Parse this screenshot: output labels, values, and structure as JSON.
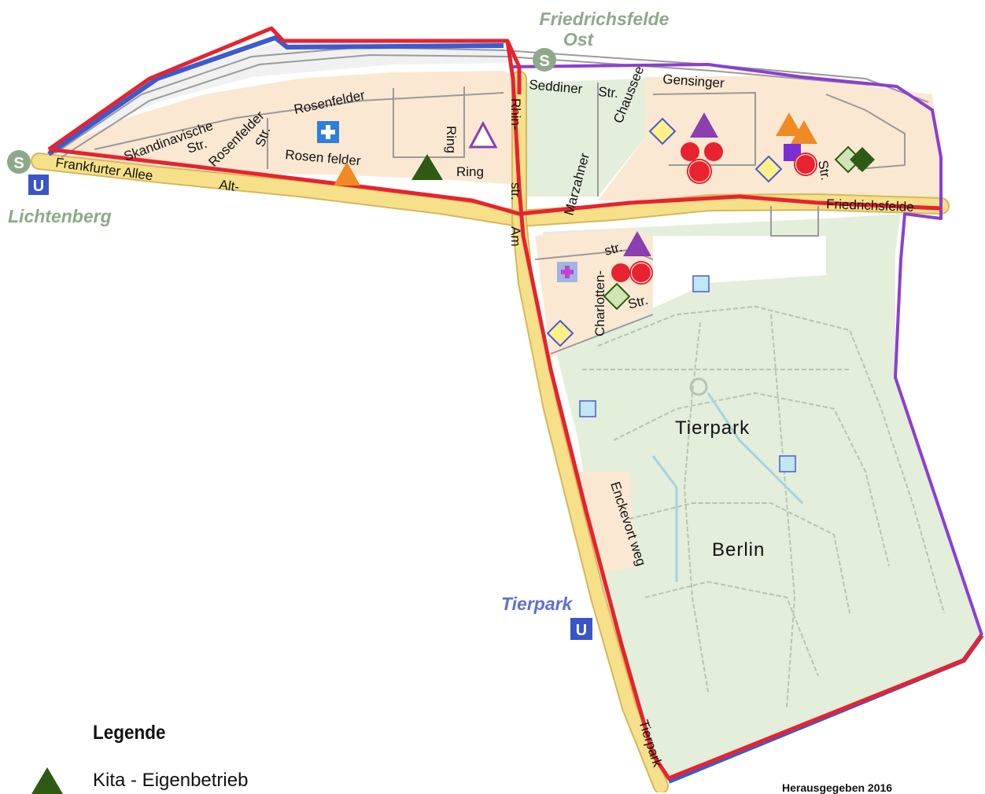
{
  "stations": {
    "friedrichsfelde_ost": [
      "Friedrichsfelde",
      "Ost"
    ],
    "lichtenberg": "Lichtenberg",
    "tierpark": "Tierpark",
    "s_symbol": "S",
    "u_symbol": "U"
  },
  "places": {
    "tierpark": "Tierpark",
    "berlin": "Berlin"
  },
  "streets": {
    "rosenfelder_1": "Rosenfelder",
    "skandinavische": "Skandinavische",
    "str_1": "Str.",
    "rosenfelder_2": "Rosenfelder",
    "str_2": "Str.",
    "rosen_felder": "Rosen felder",
    "ring_1": "Ring",
    "ring_2": "Ring",
    "frankfurter_allee": "Frankfurter Allee",
    "alt": "Alt-",
    "rhin": "Rhin-",
    "str_rhin": "str.",
    "am": "Am",
    "seddiner": "Seddiner",
    "str_seddiner": "Str.",
    "chaussee": "Chaussee",
    "marzahner": "Marzahner",
    "gensinger": "Gensinger",
    "str_gensinger": "Str.",
    "friedrichsfelde": "Friedrichsfelde",
    "charlotten": "Charlotten-",
    "str_charlotten_top": "str.",
    "str_charlotten_bottom": "Str.",
    "enckevort": "Enckevort weg",
    "tierpark_street": "Tierpark"
  },
  "legend": {
    "title": "Legende",
    "items": [
      {
        "label": "Kita - Eigenbetrieb",
        "symbol": "dark-green-triangle",
        "color": "#2e5a13"
      }
    ]
  },
  "publisher": "Herausgegeben 2016",
  "colors": {
    "boundary_red": "#e8222e",
    "boundary_blue": "#3b5bcf",
    "boundary_purple": "#8b3fd1",
    "main_road": "#f6e08a",
    "residential": "#fbe8d3",
    "park": "#e3eedb",
    "station_s": "#8ea98a",
    "station_u": "#3a55c8"
  },
  "markers": [
    {
      "type": "medical-cross",
      "color": "#2f7fd6"
    },
    {
      "type": "triangle-outline",
      "color": "#8b3fb0"
    },
    {
      "type": "triangle",
      "color": "#f08a24"
    },
    {
      "type": "triangle",
      "color": "#2e5a13"
    },
    {
      "type": "diamond",
      "color": "#fff08a"
    },
    {
      "type": "triangle",
      "color": "#8b3fb0"
    },
    {
      "type": "circle",
      "color": "#e8222e"
    },
    {
      "type": "circle-ring",
      "color": "#e8222e"
    },
    {
      "type": "square",
      "color": "#7a2fd6"
    },
    {
      "type": "diamond",
      "color": "#cfe6b4"
    },
    {
      "type": "diamond",
      "color": "#2e5a13"
    },
    {
      "type": "square",
      "color": "#bfe8f2"
    },
    {
      "type": "medical-cross",
      "color": "#c040d8"
    }
  ]
}
